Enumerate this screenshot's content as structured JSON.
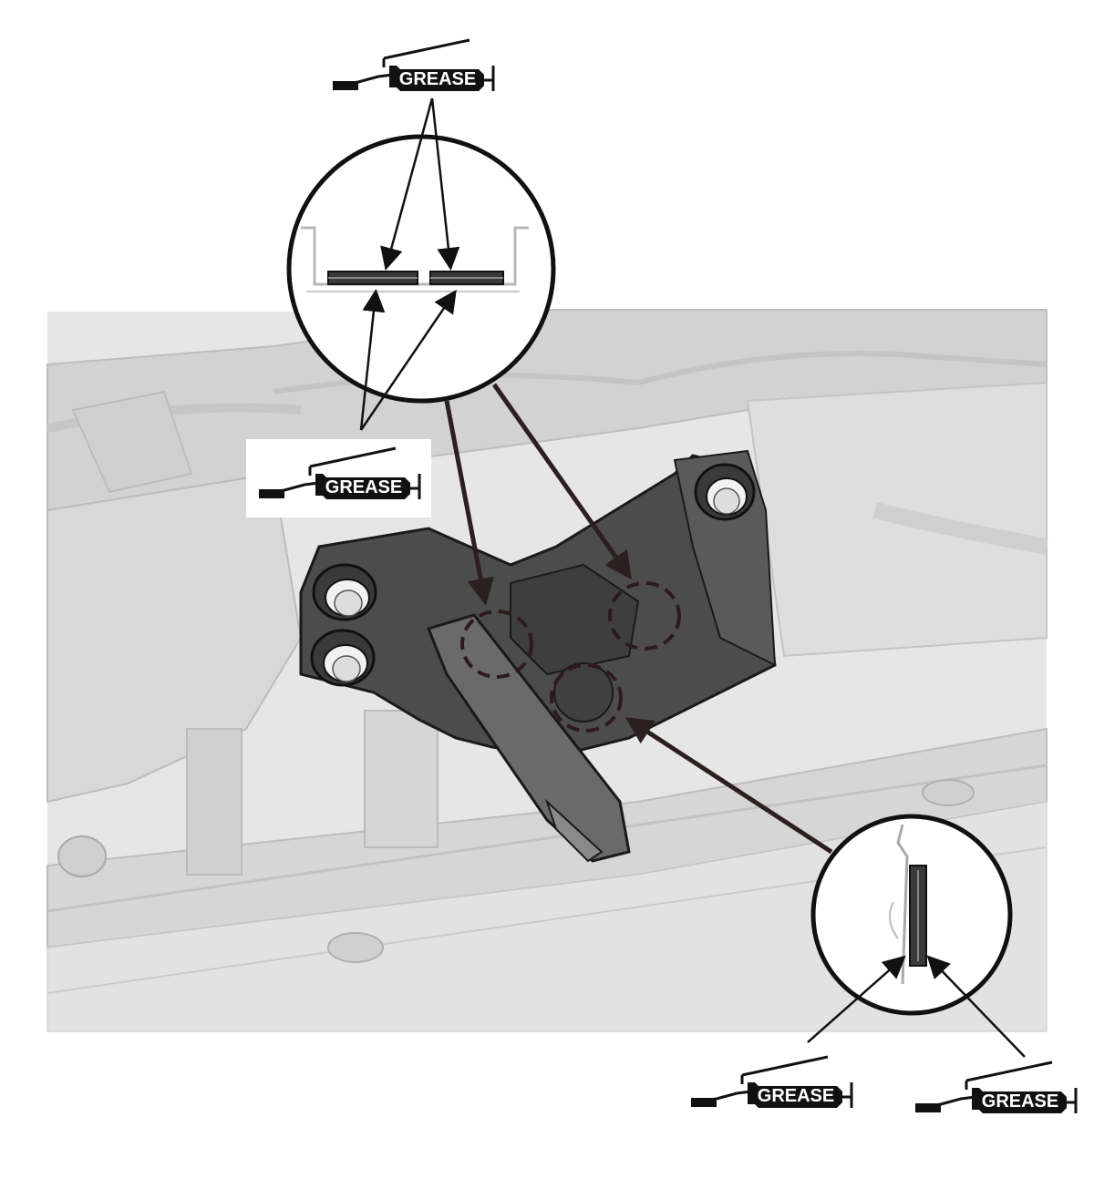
{
  "grease_labels": [
    {
      "id": "grease-top",
      "text": "GREASE"
    },
    {
      "id": "grease-mid",
      "text": "GREASE"
    },
    {
      "id": "grease-bottom-left",
      "text": "GREASE"
    },
    {
      "id": "grease-bottom-right",
      "text": "GREASE"
    }
  ],
  "colors": {
    "background": "#ffffff",
    "body_panel": "#dcdcdc",
    "latch": "#4a4a4a",
    "ink": "#111111"
  }
}
